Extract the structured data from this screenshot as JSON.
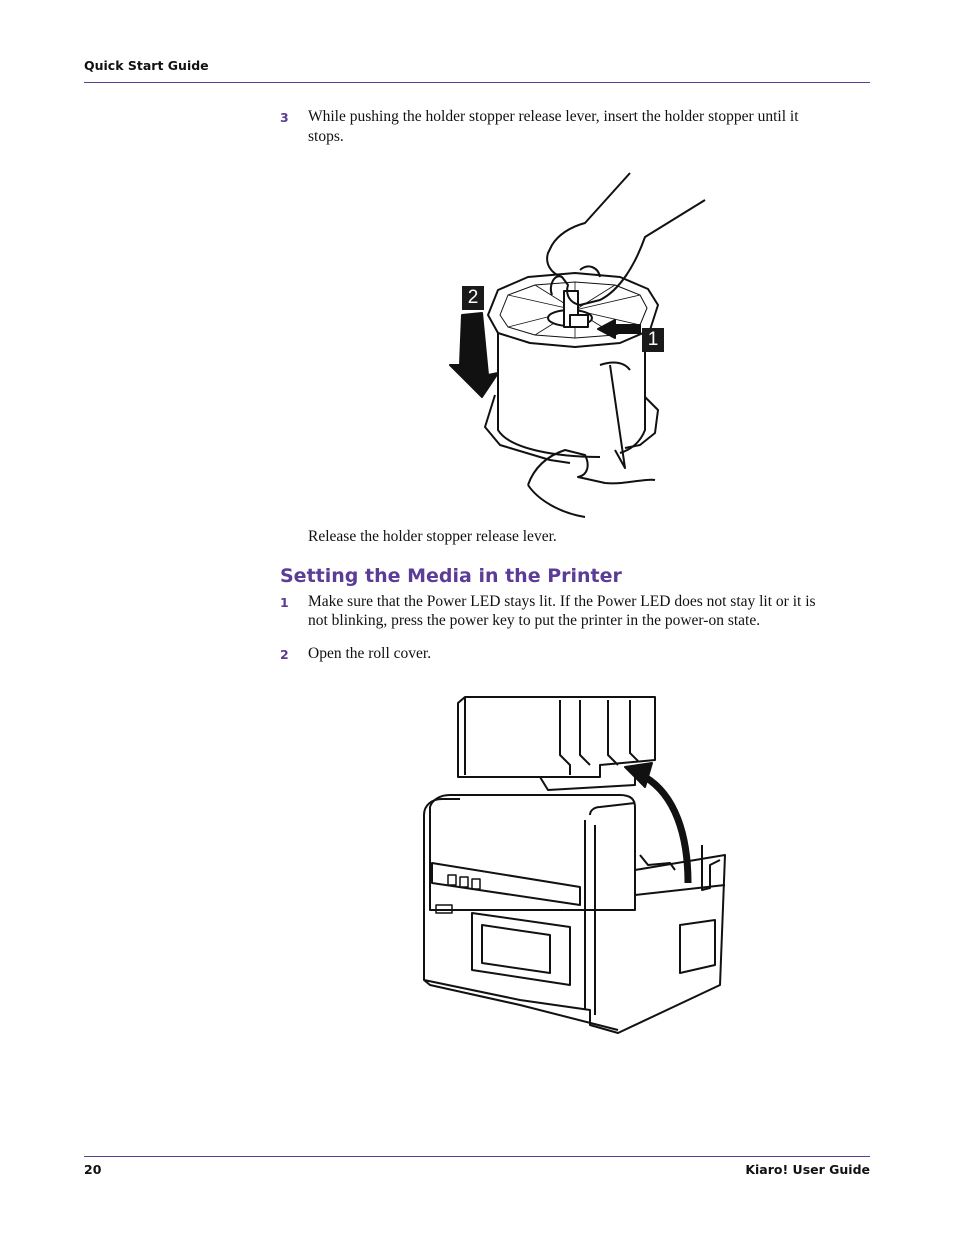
{
  "header": {
    "title": "Quick Start Guide"
  },
  "top_steps": [
    {
      "number": "3",
      "text_line1": "While pushing the holder stopper release lever, insert the holder stopper until it",
      "text_line2": "stops."
    }
  ],
  "figure1": {
    "badge_1": "1",
    "badge_2": "2"
  },
  "after_figure1_text": "Release the holder stopper release lever.",
  "section": {
    "heading": "Setting the Media in the Printer",
    "steps": [
      {
        "number": "1",
        "text_line1": "Make sure that the Power LED stays lit. If the Power LED does not stay lit or it is",
        "text_line2": "not blinking, press the power key to put the printer in the power-on state."
      },
      {
        "number": "2",
        "text_line1": "Open the roll cover."
      }
    ]
  },
  "footer": {
    "page_number": "20",
    "doc_title": "Kiaro! User Guide"
  },
  "colors": {
    "accent": "#5b3c97",
    "text": "#111111"
  }
}
